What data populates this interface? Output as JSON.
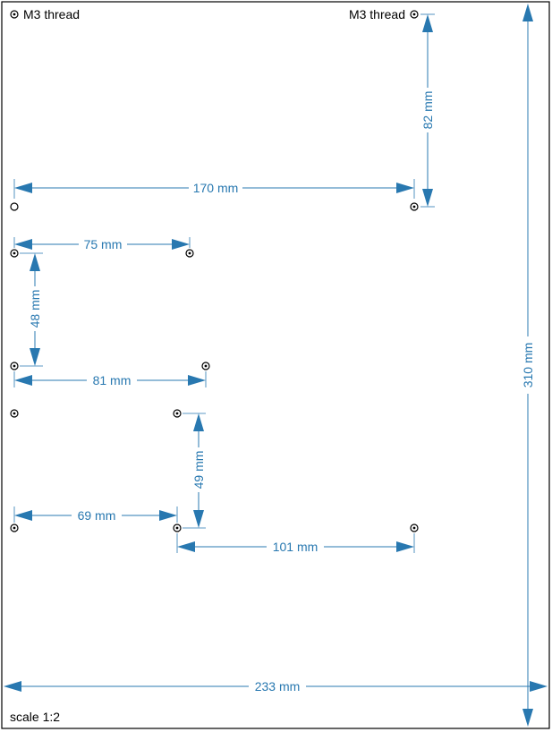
{
  "drawing": {
    "thread_label": "M3 thread",
    "scale_label": "scale 1:2",
    "dimensions": {
      "overall_width": "233 mm",
      "overall_height": "310 mm",
      "d170": "170 mm",
      "d82": "82 mm",
      "d75": "75 mm",
      "d48": "48 mm",
      "d81": "81 mm",
      "d49": "49 mm",
      "d69": "69 mm",
      "d101": "101 mm"
    }
  },
  "colors": {
    "dimension": "#2878b0",
    "outline": "#000000"
  },
  "icons": {
    "threaded_hole": "circle-with-center-dot",
    "plain_hole": "open-circle"
  }
}
